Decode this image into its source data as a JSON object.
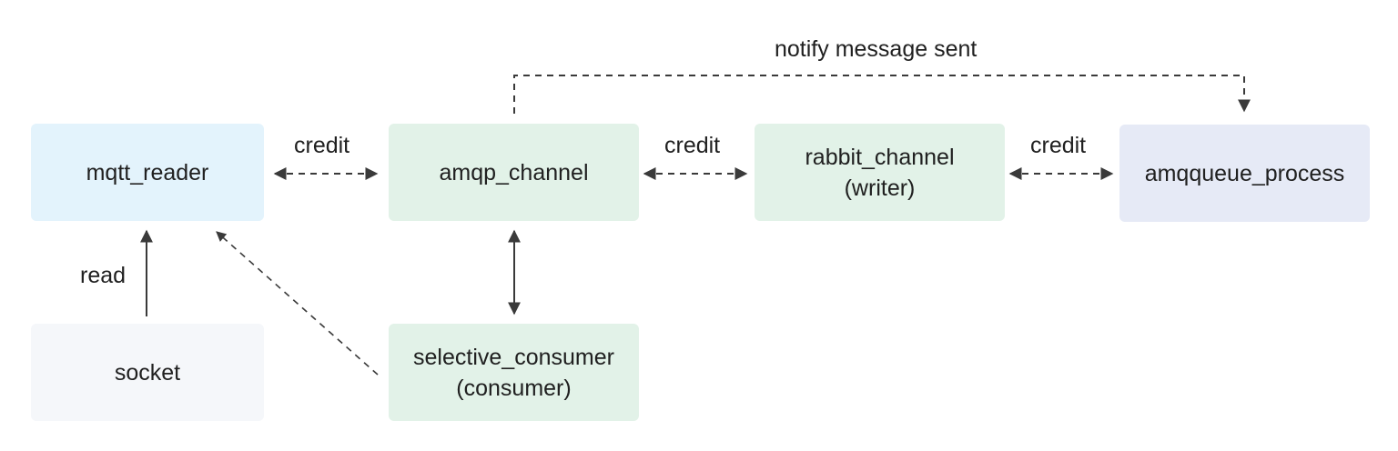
{
  "nodes": {
    "mqtt_reader": {
      "label": "mqtt_reader"
    },
    "amqp_channel": {
      "label": "amqp_channel"
    },
    "rabbit_channel": {
      "label": "rabbit_channel",
      "sublabel": "(writer)"
    },
    "amqqueue_process": {
      "label": "amqqueue_process"
    },
    "socket": {
      "label": "socket"
    },
    "selective_consumer": {
      "label": "selective_consumer",
      "sublabel": "(consumer)"
    }
  },
  "edge_labels": {
    "credit_reader_amqp": "credit",
    "credit_amqp_rabbit": "credit",
    "credit_rabbit_queue": "credit",
    "read": "read",
    "notify": "notify message sent"
  },
  "colors": {
    "reader_fill": "#e3f3fc",
    "channel_fill": "#e2f2e8",
    "queue_fill": "#e6eaf6",
    "socket_fill": "#f5f7fa",
    "edge_stroke": "#3a3a3a"
  }
}
